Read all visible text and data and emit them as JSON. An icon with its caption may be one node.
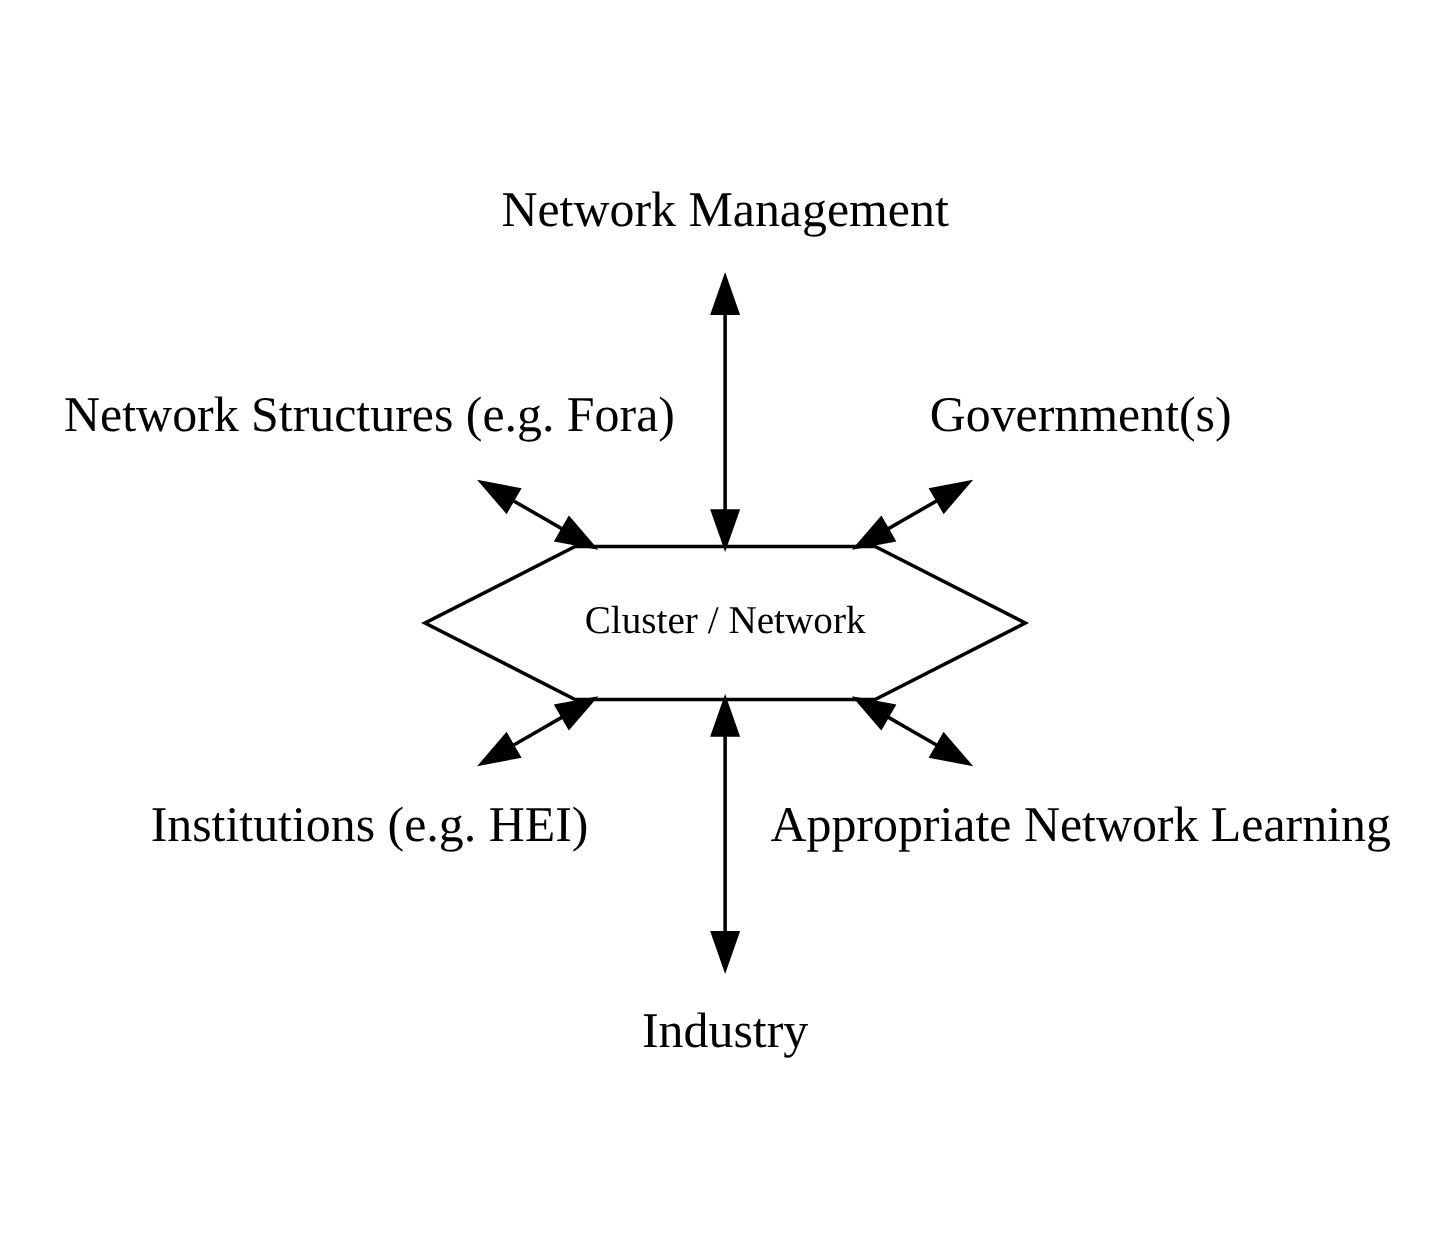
{
  "diagram": {
    "nodes": [
      {
        "text": [
          "Government(s)"
        ]
      },
      {
        "text": [
          "Network Management"
        ]
      },
      {
        "text": [
          "Network Structures (e.g. Fora)"
        ]
      },
      {
        "text": [
          "Cluster / Network"
        ]
      },
      {
        "text": [
          "Institutions (e.g. HEI)"
        ]
      },
      {
        "text": [
          "Industry"
        ]
      },
      {
        "text": [
          "Appropriate Network Learning"
        ]
      }
    ],
    "edges": [
      {
        "from": 3,
        "to": 0,
        "arrow": "both"
      },
      {
        "from": 3,
        "to": 1,
        "arrow": "both"
      },
      {
        "from": 3,
        "to": 2,
        "arrow": "both"
      },
      {
        "from": 3,
        "to": 4,
        "arrow": "both"
      },
      {
        "from": 3,
        "to": 5,
        "arrow": "both"
      },
      {
        "from": 3,
        "to": 6,
        "arrow": "both"
      }
    ]
  }
}
